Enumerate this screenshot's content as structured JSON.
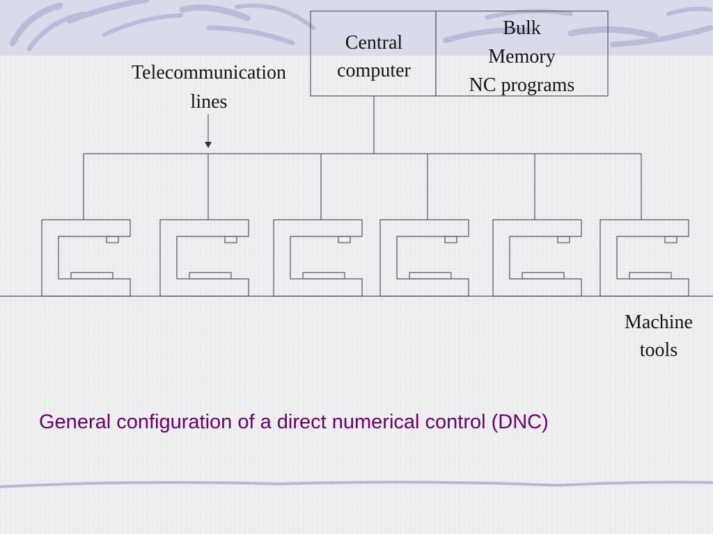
{
  "labels": {
    "central": "Central\ncomputer",
    "bulk": "Bulk\nMemory\nNC programs",
    "telecom": "Telecommunication\nlines",
    "machine": "Machine\ntools"
  },
  "caption": "General configuration of a direct numerical control (DNC)",
  "colors": {
    "line": "#555566",
    "caption": "#6a006a",
    "decor": "#b8bad8"
  },
  "machine_tool_count": 6
}
